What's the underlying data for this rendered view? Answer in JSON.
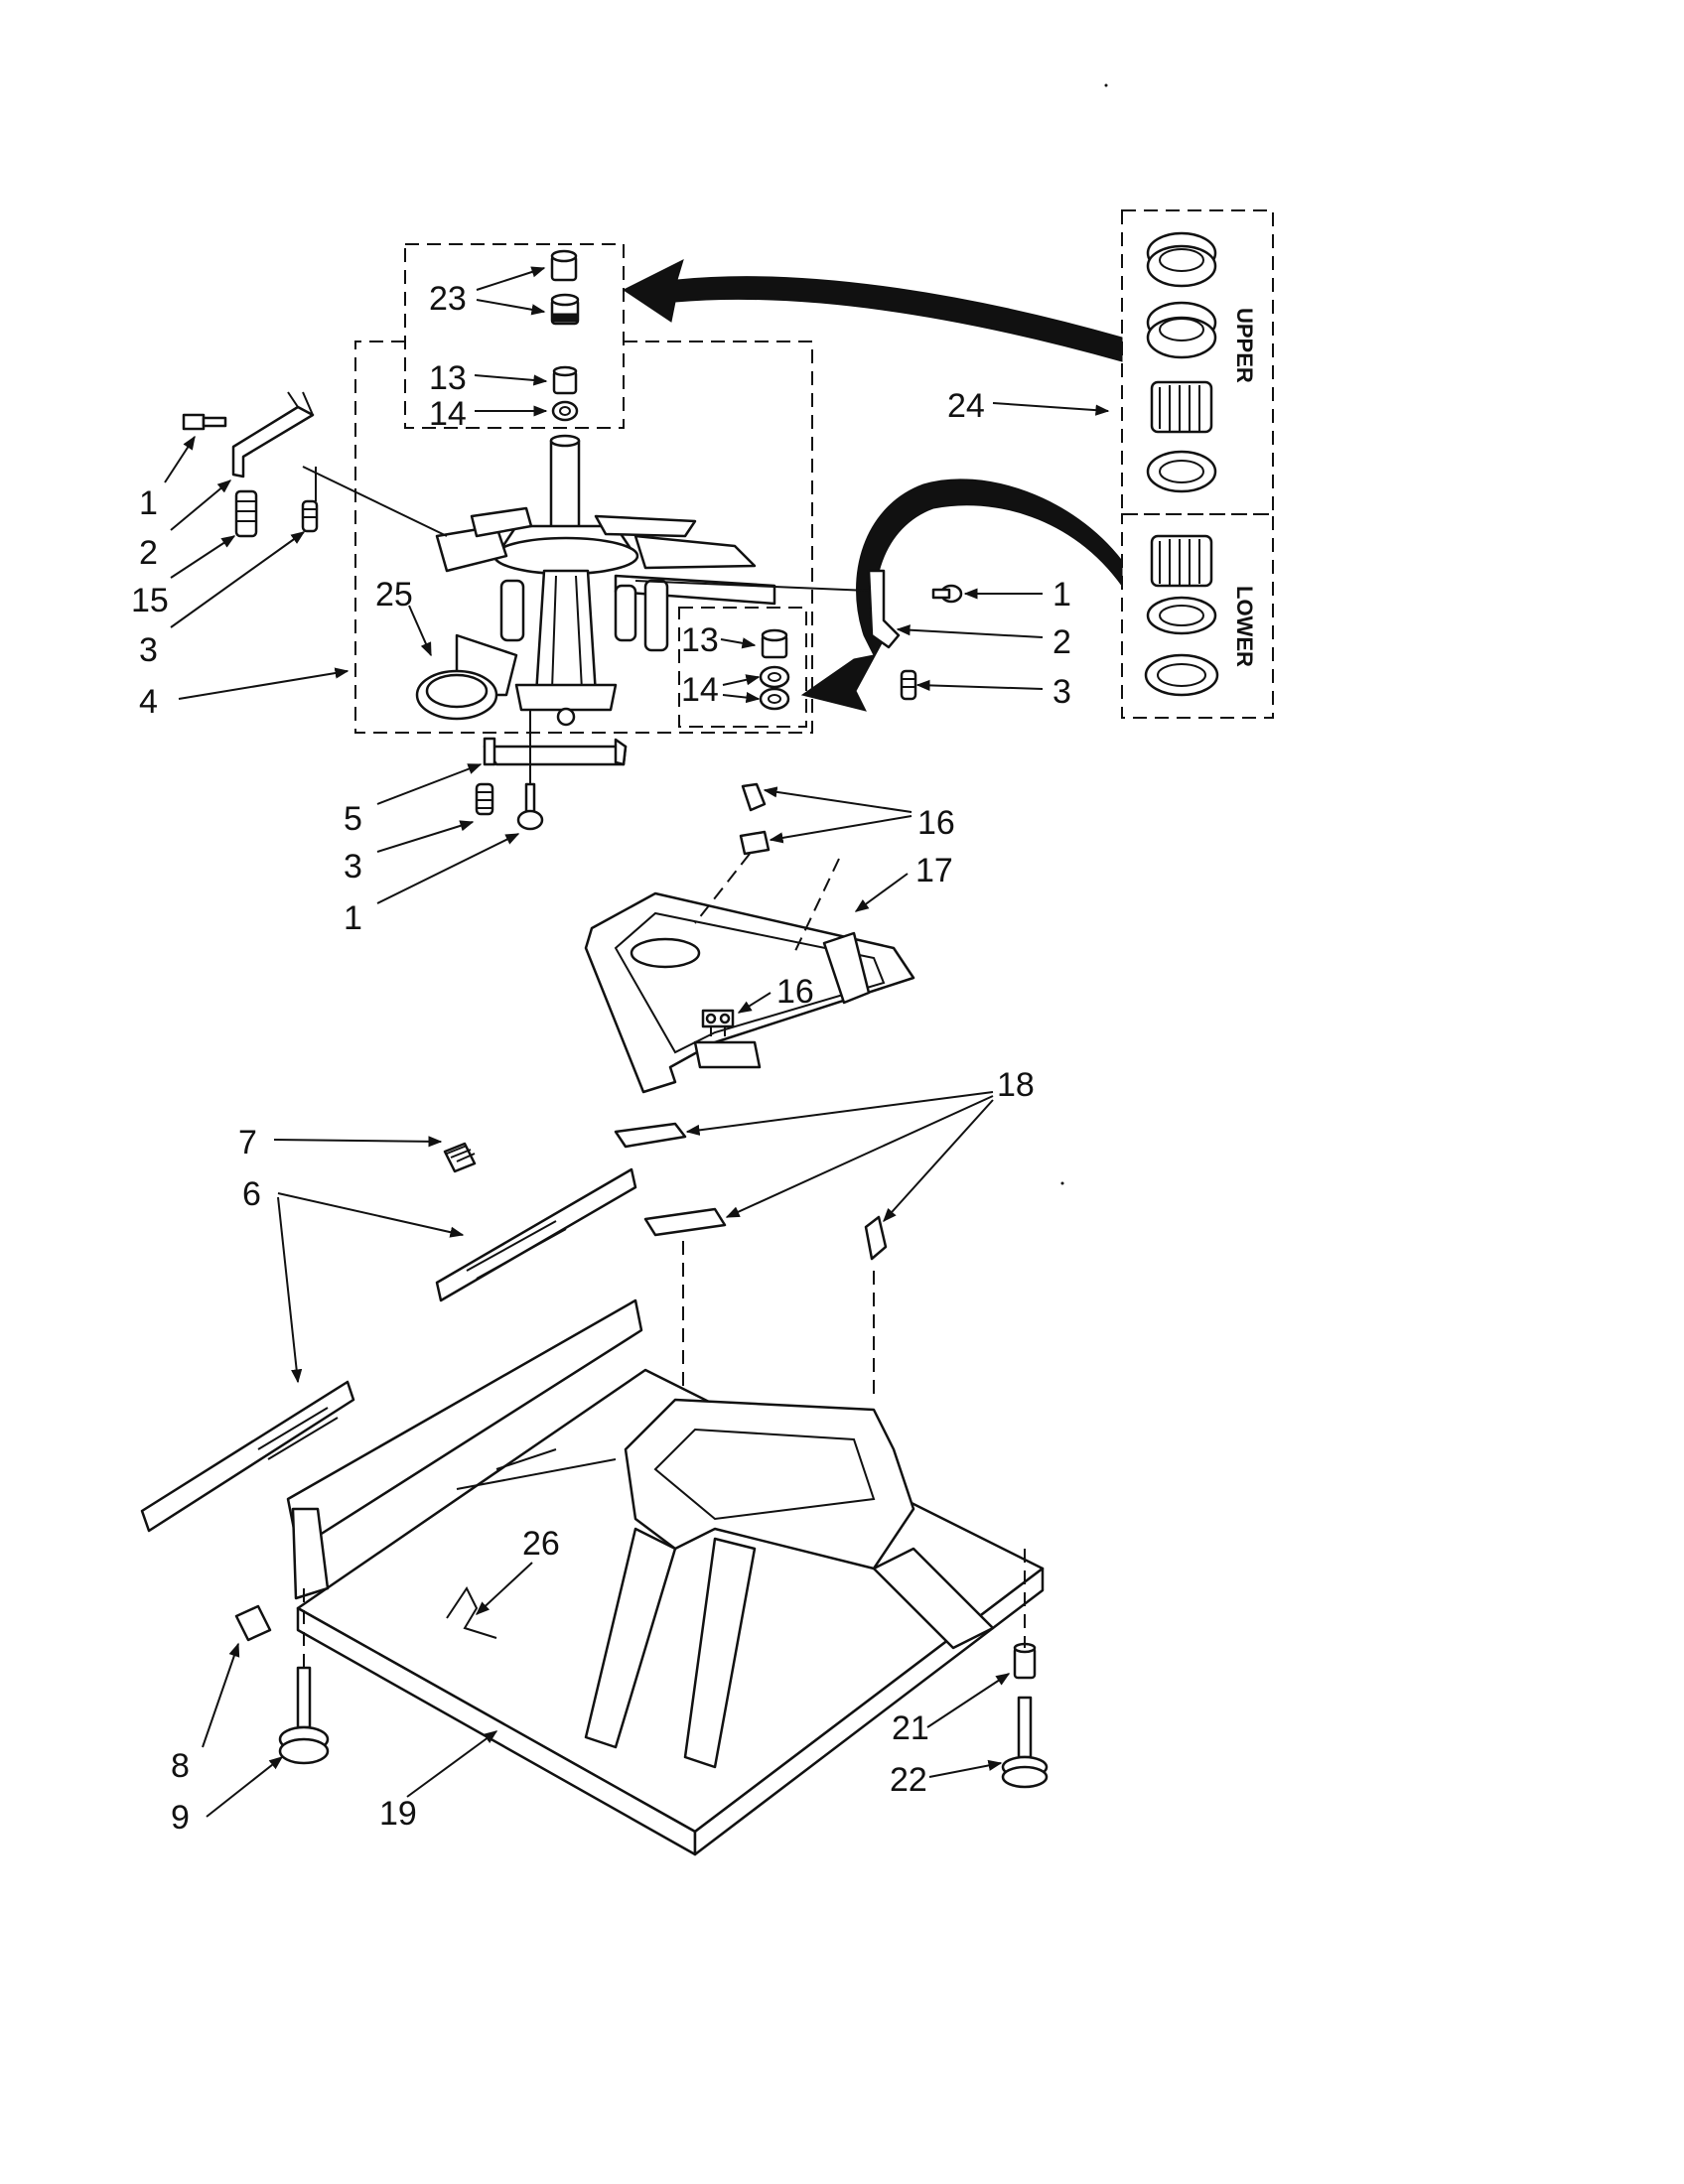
{
  "callouts": [
    {
      "id": "c1a",
      "text": "1"
    },
    {
      "id": "c2a",
      "text": "2"
    },
    {
      "id": "c15",
      "text": "15"
    },
    {
      "id": "c3a",
      "text": "3"
    },
    {
      "id": "c4",
      "text": "4"
    },
    {
      "id": "c25",
      "text": "25"
    },
    {
      "id": "c23",
      "text": "23"
    },
    {
      "id": "c13a",
      "text": "13"
    },
    {
      "id": "c14a",
      "text": "14"
    },
    {
      "id": "c13b",
      "text": "13"
    },
    {
      "id": "c14b",
      "text": "14"
    },
    {
      "id": "c1b",
      "text": "1"
    },
    {
      "id": "c2b",
      "text": "2"
    },
    {
      "id": "c3b",
      "text": "3"
    },
    {
      "id": "c24",
      "text": "24"
    },
    {
      "id": "c5",
      "text": "5"
    },
    {
      "id": "c3c",
      "text": "3"
    },
    {
      "id": "c1c",
      "text": "1"
    },
    {
      "id": "c16a",
      "text": "16"
    },
    {
      "id": "c17",
      "text": "17"
    },
    {
      "id": "c16b",
      "text": "16"
    },
    {
      "id": "c18",
      "text": "18"
    },
    {
      "id": "c7",
      "text": "7"
    },
    {
      "id": "c6",
      "text": "6"
    },
    {
      "id": "c26",
      "text": "26"
    },
    {
      "id": "c8",
      "text": "8"
    },
    {
      "id": "c9",
      "text": "9"
    },
    {
      "id": "c19",
      "text": "19"
    },
    {
      "id": "c21",
      "text": "21"
    },
    {
      "id": "c22",
      "text": "22"
    }
  ],
  "kit_labels": {
    "upper": "UPPER",
    "lower": "LOWER"
  }
}
